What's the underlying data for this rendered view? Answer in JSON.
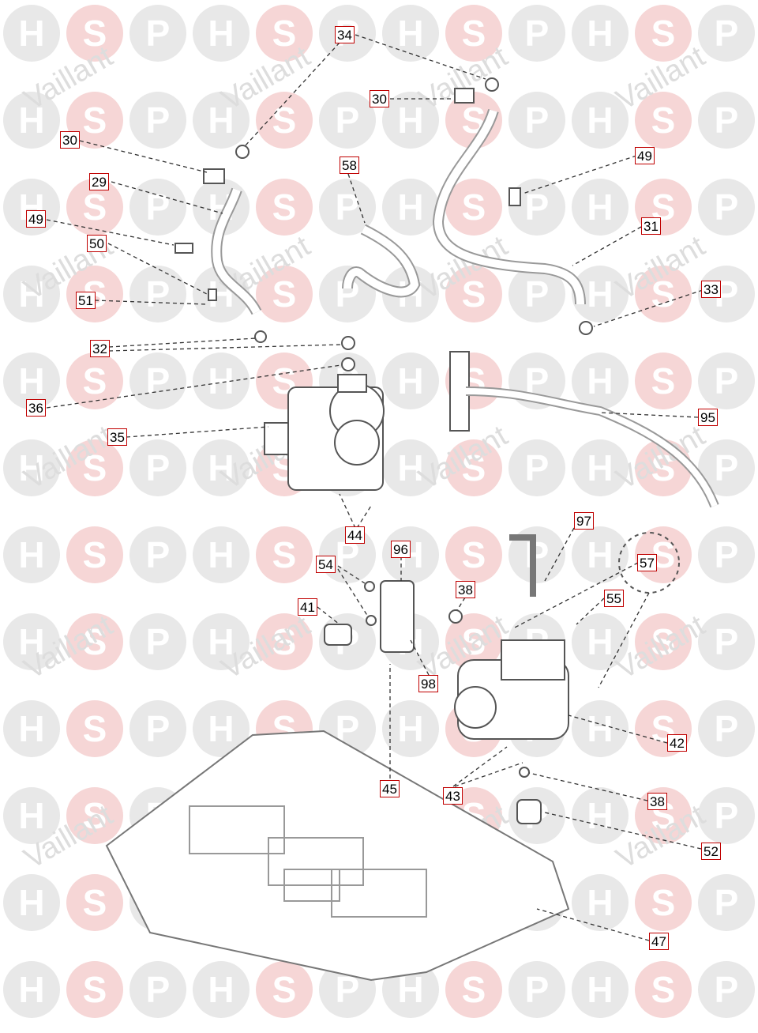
{
  "watermark": {
    "letters": [
      "H",
      "S",
      "P"
    ],
    "brand_text": "Vaillant",
    "circle_color": "#e8e8e8",
    "accent_circle_color": "#f6d6d6",
    "letter_color": "#ffffff"
  },
  "colors": {
    "callout_border": "#c00000",
    "leader_line": "#333333",
    "part_stroke": "#555555"
  },
  "callouts": [
    {
      "id": "c34a",
      "label": "34"
    },
    {
      "id": "c30a",
      "label": "30"
    },
    {
      "id": "c30b",
      "label": "30"
    },
    {
      "id": "c29",
      "label": "29"
    },
    {
      "id": "c58",
      "label": "58"
    },
    {
      "id": "c49a",
      "label": "49"
    },
    {
      "id": "c49b",
      "label": "49"
    },
    {
      "id": "c50",
      "label": "50"
    },
    {
      "id": "c31",
      "label": "31"
    },
    {
      "id": "c51",
      "label": "51"
    },
    {
      "id": "c33",
      "label": "33"
    },
    {
      "id": "c32",
      "label": "32"
    },
    {
      "id": "c36",
      "label": "36"
    },
    {
      "id": "c95",
      "label": "95"
    },
    {
      "id": "c35",
      "label": "35"
    },
    {
      "id": "c44",
      "label": "44"
    },
    {
      "id": "c97",
      "label": "97"
    },
    {
      "id": "c96",
      "label": "96"
    },
    {
      "id": "c54",
      "label": "54"
    },
    {
      "id": "c57",
      "label": "57"
    },
    {
      "id": "c38a",
      "label": "38"
    },
    {
      "id": "c41",
      "label": "41"
    },
    {
      "id": "c55",
      "label": "55"
    },
    {
      "id": "c98",
      "label": "98"
    },
    {
      "id": "c42",
      "label": "42"
    },
    {
      "id": "c45",
      "label": "45"
    },
    {
      "id": "c43",
      "label": "43"
    },
    {
      "id": "c38b",
      "label": "38"
    },
    {
      "id": "c52",
      "label": "52"
    },
    {
      "id": "c47",
      "label": "47"
    }
  ]
}
